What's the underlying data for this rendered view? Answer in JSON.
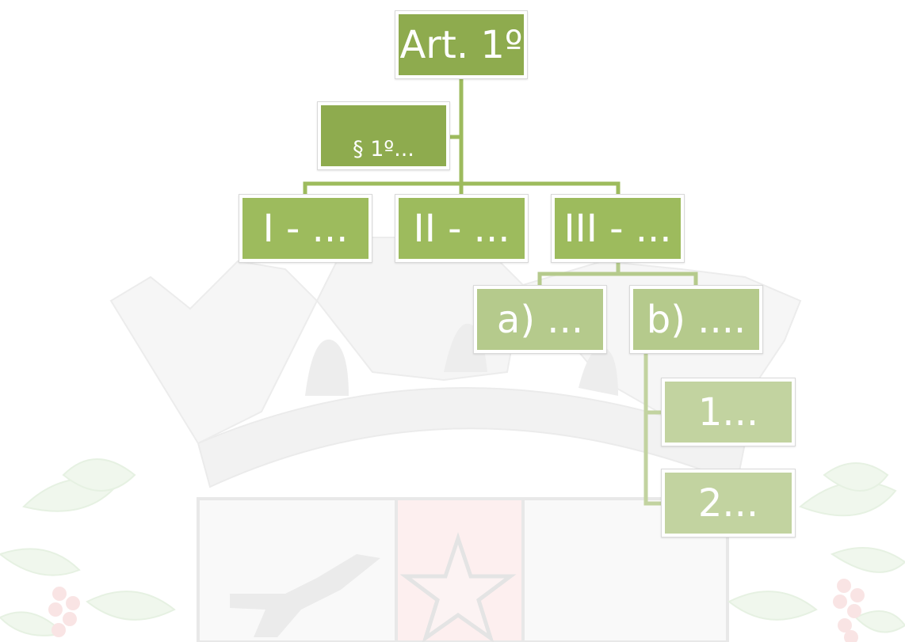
{
  "diagram": {
    "nodes": {
      "art1": "Art. 1º",
      "par1": "§ 1º...",
      "inc1": "I - ...",
      "inc2": "II - ...",
      "inc3": "III - ...",
      "ali_a": "a) ...",
      "ali_b": "b) ....",
      "item1": "1...",
      "item2": "2..."
    },
    "colors": {
      "connector": "#9dbb5d",
      "level1": "#8eab4e",
      "level2": "#9dbb5d",
      "level3": "#b5ca8c",
      "level4": "#c2d3a0"
    }
  },
  "watermark": {
    "description_icon": "city-coat-of-arms-watermark"
  }
}
